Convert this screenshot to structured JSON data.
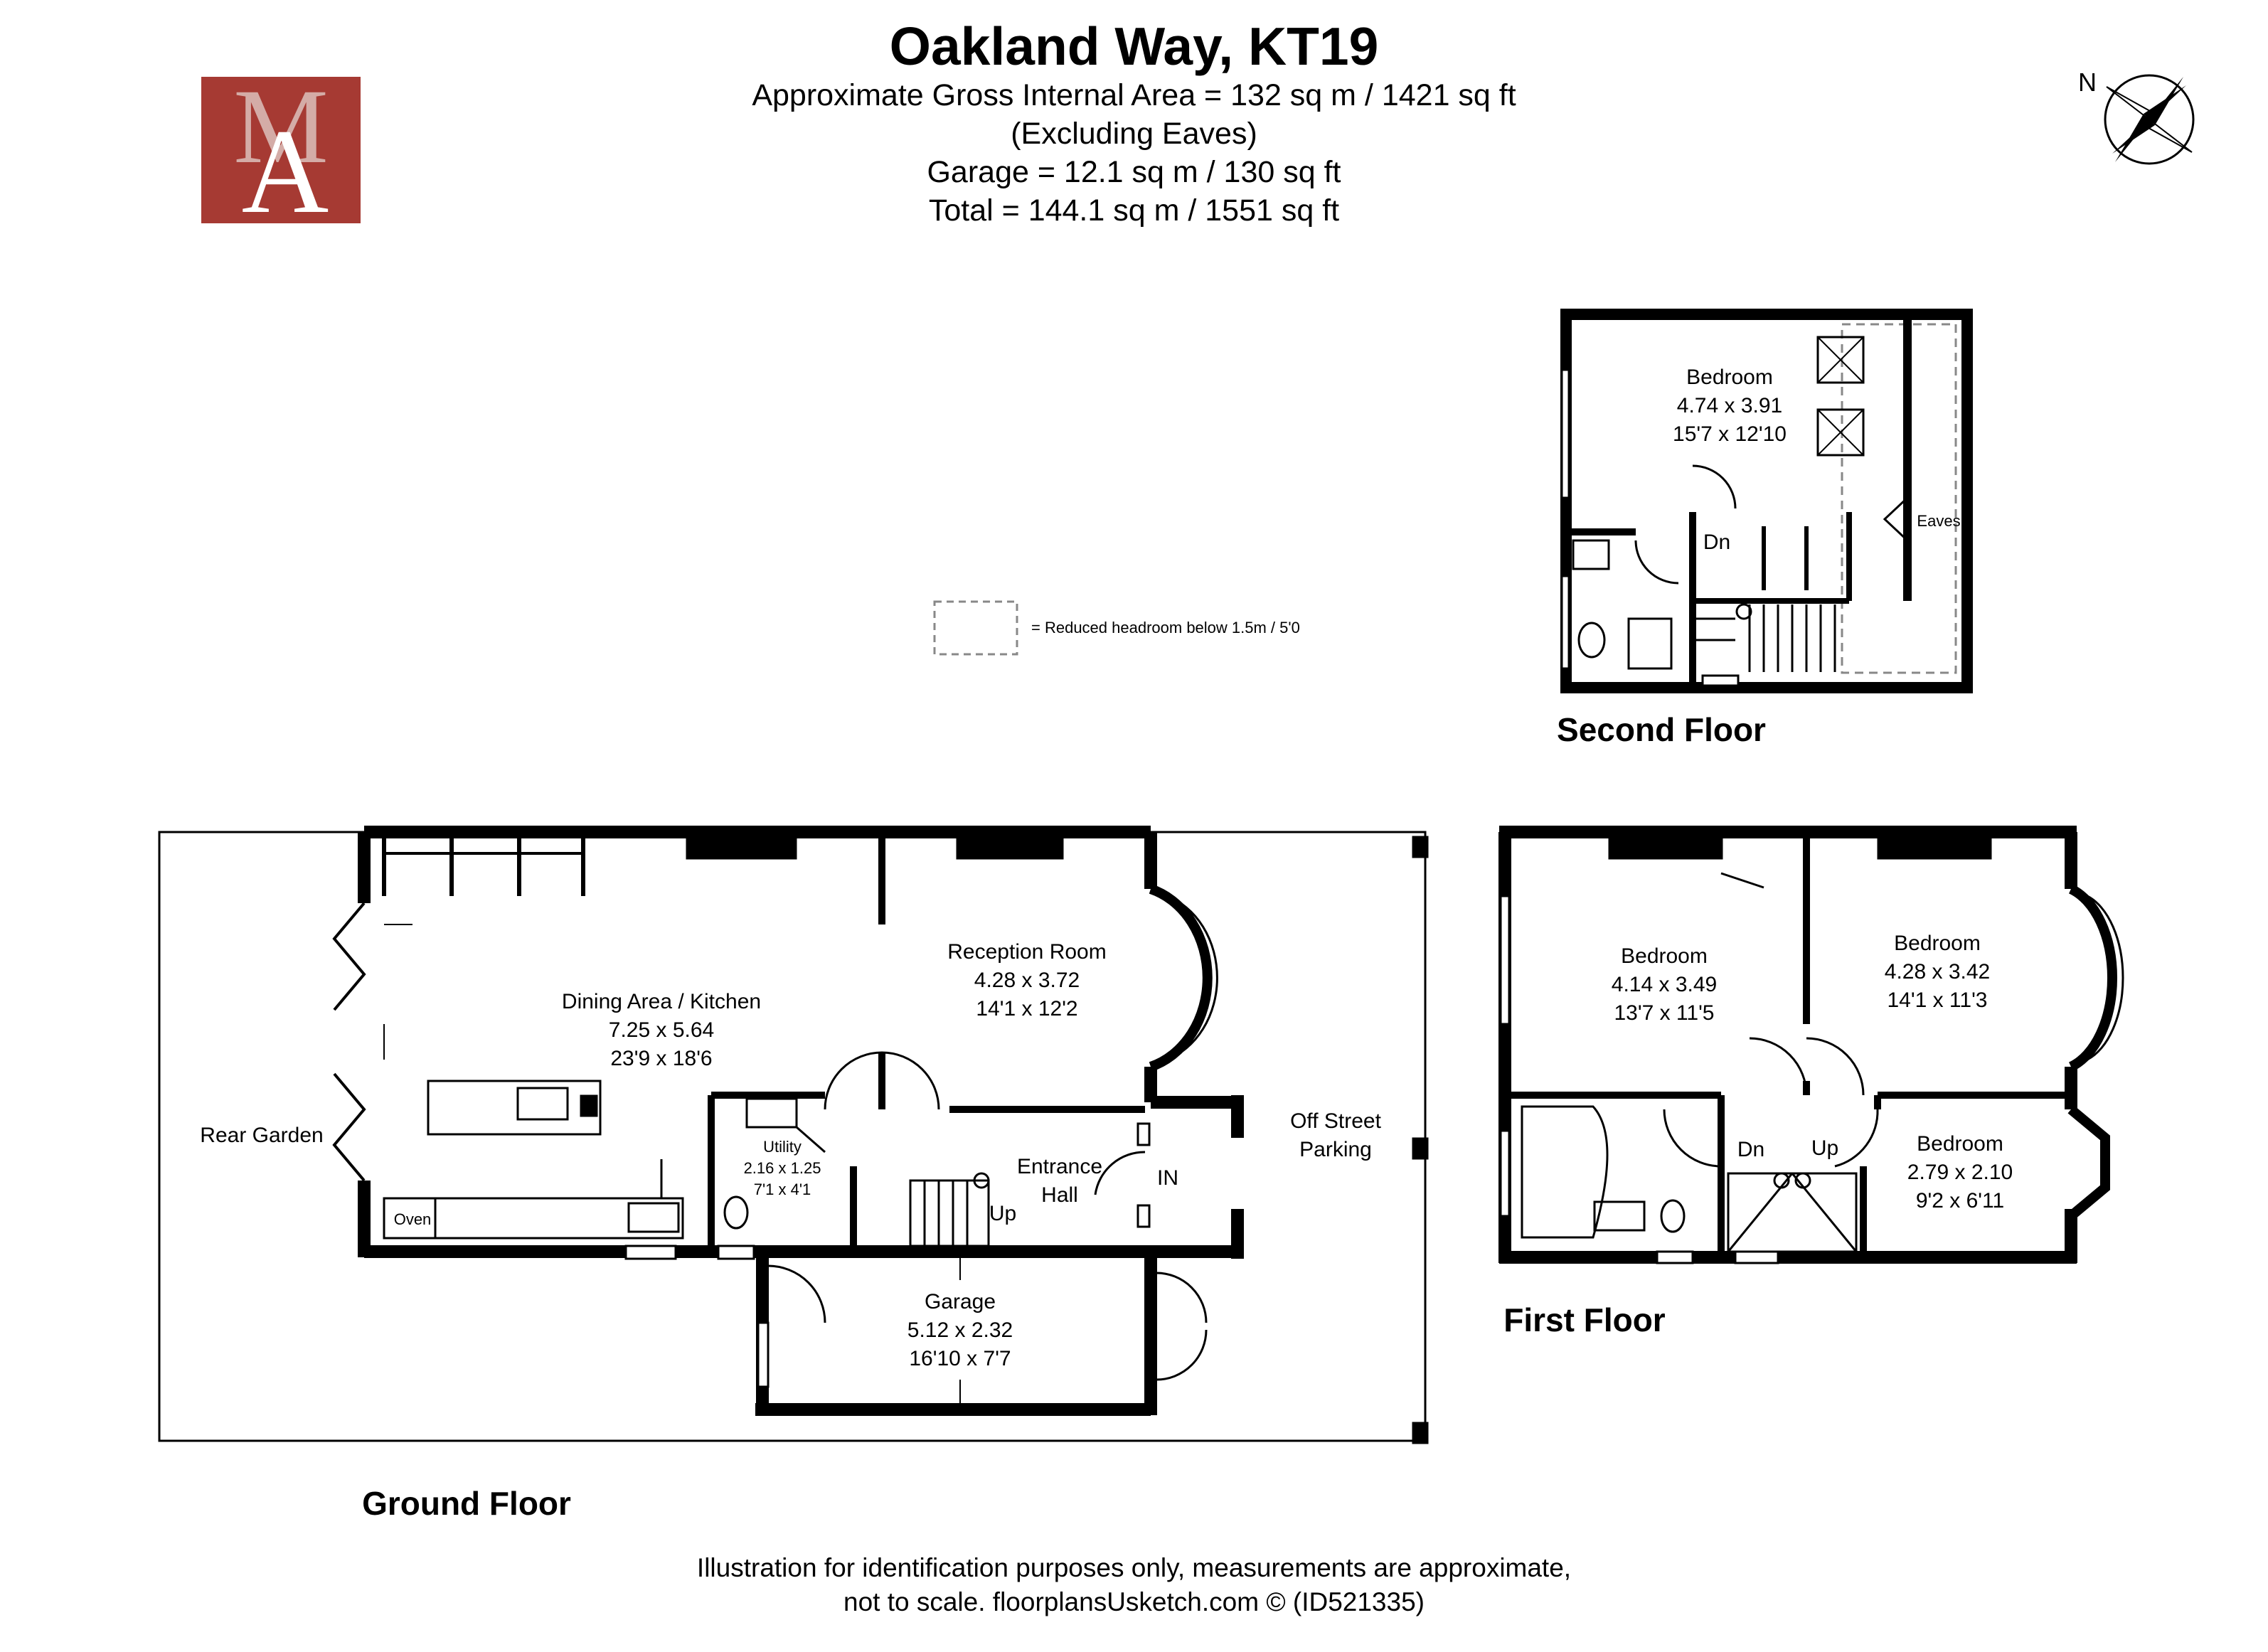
{
  "header": {
    "title": "Oakland Way, KT19",
    "line1": "Approximate Gross Internal Area = 132 sq m / 1421 sq ft",
    "line2": "(Excluding Eaves)",
    "line3": "Garage = 12.1 sq m / 130 sq ft",
    "line4": "Total  = 144.1 sq m / 1551 sq ft"
  },
  "logo": {
    "letters": "MA",
    "color": "#a63a33"
  },
  "compass": {
    "north": "N"
  },
  "legend": {
    "text": "= Reduced headroom below 1.5m / 5'0"
  },
  "ground_floor": {
    "name": "Ground Floor",
    "dining": {
      "name": "Dining Area / Kitchen",
      "metric": "7.25 x 5.64",
      "imperial": "23'9 x 18'6"
    },
    "reception": {
      "name": "Reception Room",
      "metric": "4.28 x 3.72",
      "imperial": "14'1 x 12'2"
    },
    "utility": {
      "name": "Utility",
      "metric": "2.16 x 1.25",
      "imperial": "7'1 x 4'1"
    },
    "entrance": {
      "line1": "Entrance",
      "line2": "Hall"
    },
    "garage": {
      "name": "Garage",
      "metric": "5.12 x 2.32",
      "imperial": "16'10 x 7'7"
    },
    "rear_garden": "Rear Garden",
    "parking_line1": "Off Street",
    "parking_line2": "Parking",
    "oven": "Oven",
    "in": "IN",
    "up": "Up"
  },
  "first_floor": {
    "name": "First Floor",
    "bed1": {
      "name": "Bedroom",
      "metric": "4.14 x 3.49",
      "imperial": "13'7 x 11'5"
    },
    "bed2": {
      "name": "Bedroom",
      "metric": "4.28 x 3.42",
      "imperial": "14'1 x 11'3"
    },
    "bed3": {
      "name": "Bedroom",
      "metric": "2.79 x 2.10",
      "imperial": "9'2 x 6'11"
    },
    "dn": "Dn",
    "up": "Up"
  },
  "second_floor": {
    "name": "Second Floor",
    "bed": {
      "name": "Bedroom",
      "metric": "4.74 x 3.91",
      "imperial": "15'7 x 12'10"
    },
    "eaves": "Eaves",
    "dn": "Dn"
  },
  "footer": {
    "line1": "Illustration for identification purposes only, measurements are approximate,",
    "line2": "not to scale. floorplansUsketch.com © (ID521335)"
  }
}
